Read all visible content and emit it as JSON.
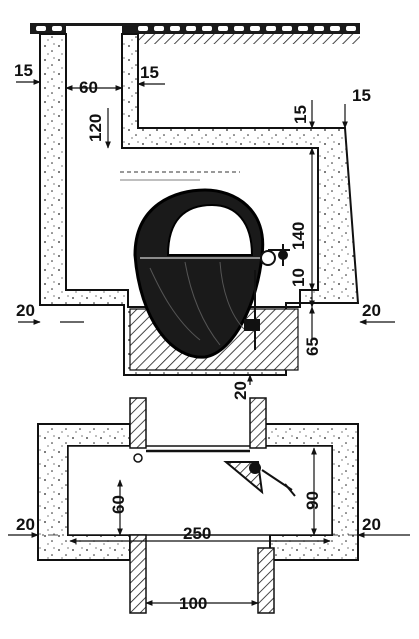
{
  "section_view": {
    "dimensions": {
      "top_left_wall": "15",
      "shaft_width": "60",
      "shaft_wall": "15",
      "top_right_wall": "15",
      "ceiling_right": "15",
      "shaft_depth": "120",
      "chamber_height": "140",
      "floor_step": "10",
      "sump_depth": "65",
      "left_wall_bottom": "20",
      "right_wall_bottom": "20",
      "sump_bottom": "20"
    }
  },
  "plan_view": {
    "dimensions": {
      "left_wall": "20",
      "right_wall": "20",
      "inner_left_depth": "60",
      "inner_right_depth": "90",
      "chamber_length": "250",
      "channel_width": "100"
    }
  }
}
